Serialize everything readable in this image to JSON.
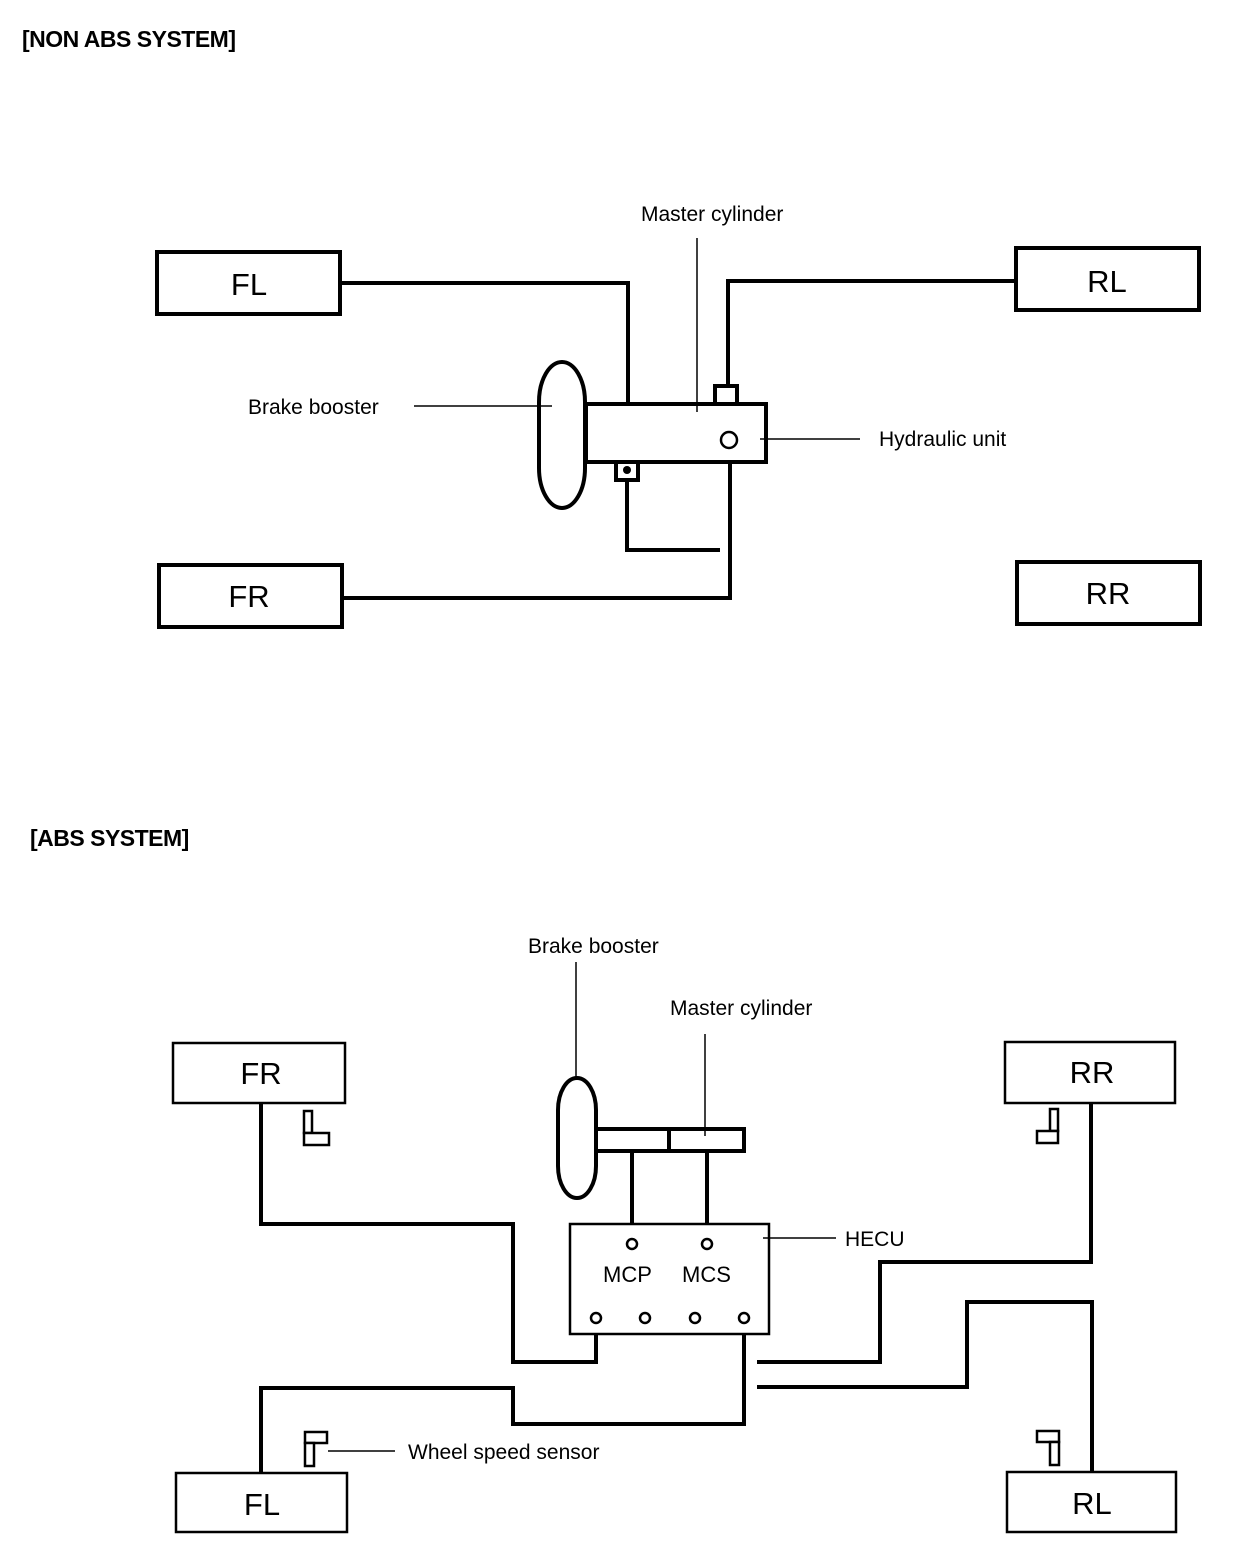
{
  "non_abs": {
    "title": "[NON ABS SYSTEM]",
    "wheels": {
      "fl": "FL",
      "rl": "RL",
      "fr": "FR",
      "rr": "RR"
    },
    "labels": {
      "master_cylinder": "Master cylinder",
      "brake_booster": "Brake booster",
      "hydraulic_unit": "Hydraulic unit"
    }
  },
  "abs": {
    "title": "[ABS SYSTEM]",
    "wheels": {
      "fr": "FR",
      "rr": "RR",
      "fl": "FL",
      "rl": "RL"
    },
    "labels": {
      "brake_booster": "Brake booster",
      "master_cylinder": "Master cylinder",
      "hecu": "HECU",
      "mcp": "MCP",
      "mcs": "MCS",
      "wheel_speed_sensor": "Wheel speed sensor"
    }
  }
}
